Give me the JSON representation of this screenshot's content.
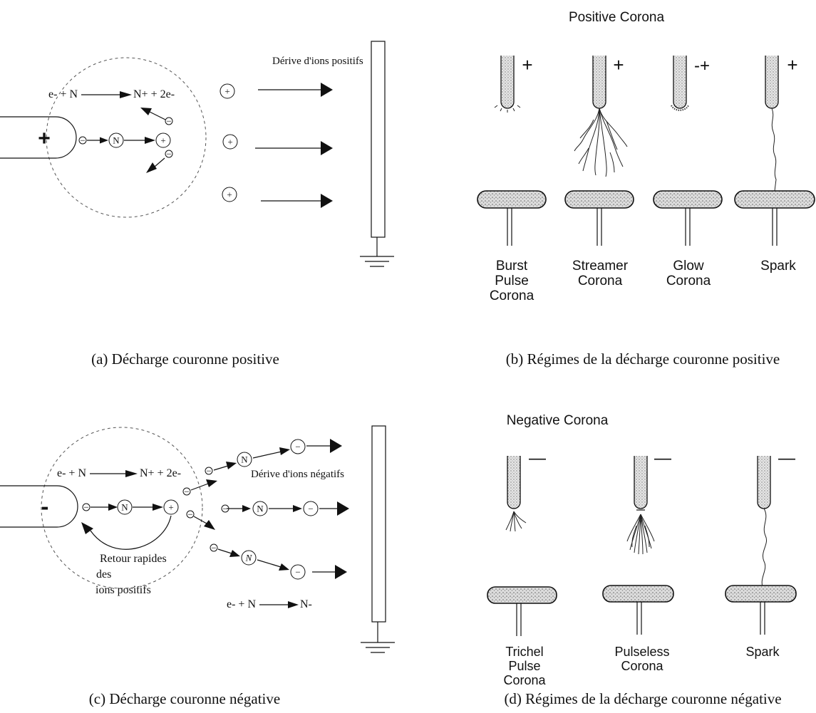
{
  "panel_a": {
    "caption": "(a) Décharge couronne positive",
    "drift_label": "Dérive d'ions positifs",
    "reaction": "e- + N",
    "reaction_product": "N+ + 2e-",
    "electrode_sign": "+",
    "ion_symbol": "+",
    "electron_symbol": "−",
    "neutral_symbol": "N"
  },
  "panel_b": {
    "title": "Positive Corona",
    "caption": "(b) Régimes de la décharge couronne positive",
    "regimes": [
      {
        "label_lines": [
          "Burst",
          "Pulse",
          "Corona"
        ],
        "sign": "+"
      },
      {
        "label_lines": [
          "Streamer",
          "Corona"
        ],
        "sign": "+"
      },
      {
        "label_lines": [
          "Glow",
          "Corona"
        ],
        "sign": "-+"
      },
      {
        "label_lines": [
          "Spark"
        ],
        "sign": "+"
      }
    ]
  },
  "panel_c": {
    "caption": "(c) Décharge couronne négative",
    "drift_label": "Dérive d'ions négatifs",
    "reaction": "e- + N",
    "reaction_product": "N+ + 2e-",
    "return_lines": [
      "Retour rapides",
      "des",
      "ions positifs"
    ],
    "attachment_reaction": "e- + N",
    "attachment_product": "N-",
    "electrode_sign": "-",
    "ion_symbol": "+",
    "neg_ion_symbol": "−",
    "electron_symbol": "−",
    "neutral_symbol": "N"
  },
  "panel_d": {
    "title": "Negative Corona",
    "caption": "(d) Régimes de la décharge couronne négative",
    "regimes": [
      {
        "label_lines": [
          "Trichel",
          "Pulse",
          "Corona"
        ],
        "sign": "—"
      },
      {
        "label_lines": [
          "Pulseless",
          "Corona"
        ],
        "sign": "—"
      },
      {
        "label_lines": [
          "Spark"
        ],
        "sign": "—"
      }
    ]
  }
}
